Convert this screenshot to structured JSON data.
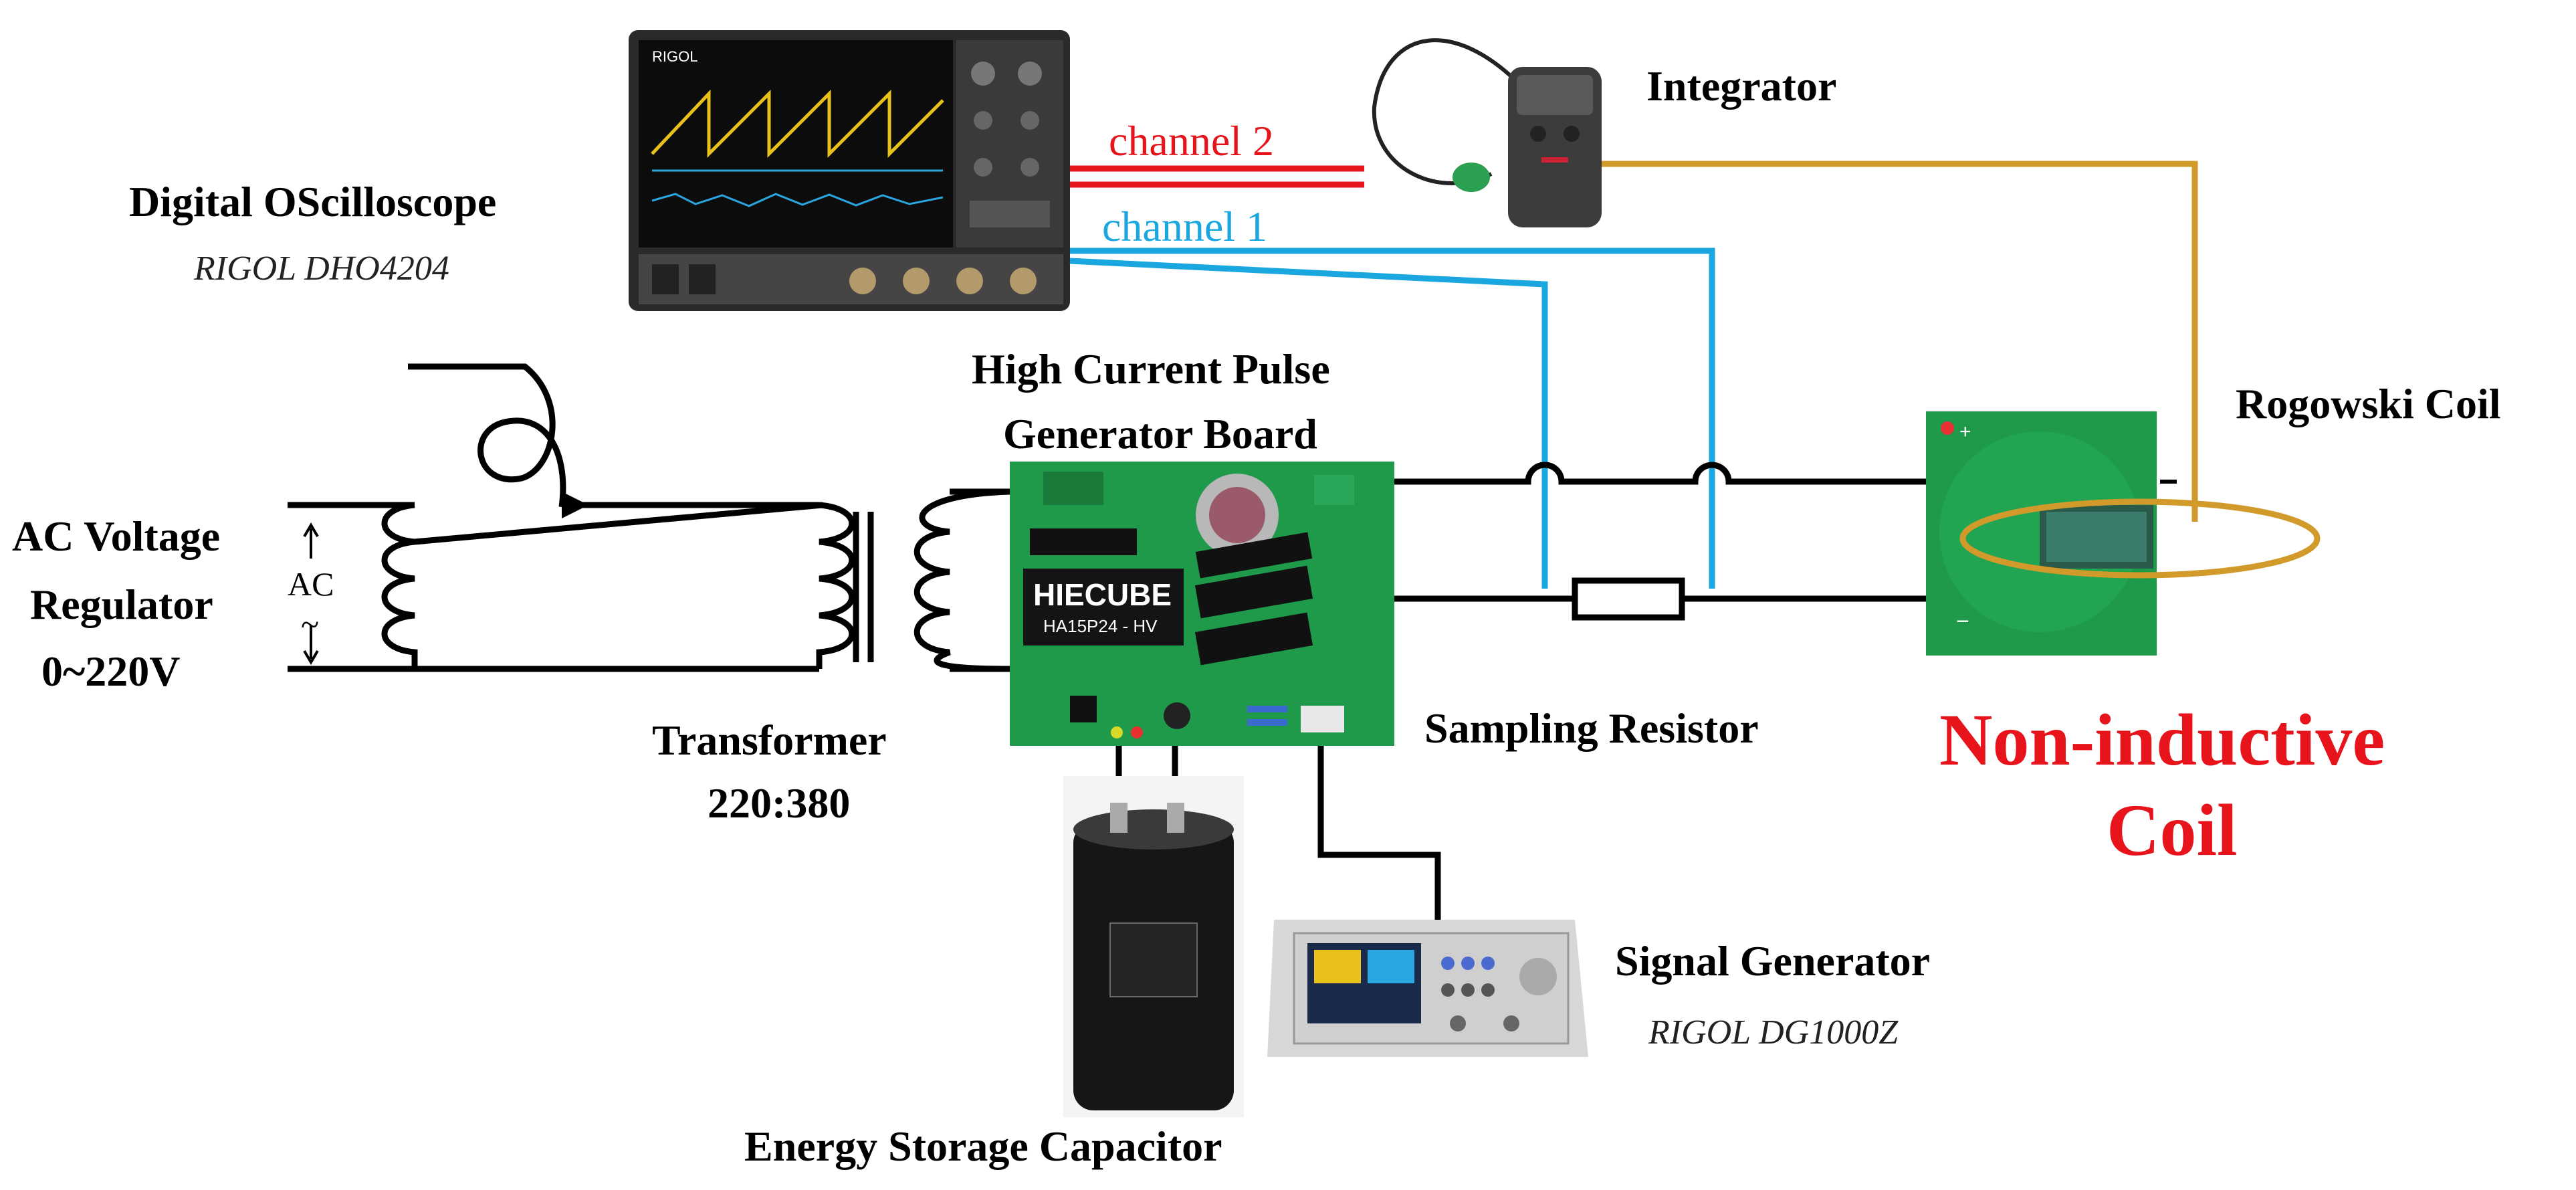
{
  "labels": {
    "oscilloscope_title": "Digital OScilloscope",
    "oscilloscope_model": "RIGOL DHO4204",
    "channel2": "channel 2",
    "channel1": "channel 1",
    "integrator": "Integrator",
    "rogowski": "Rogowski Coil",
    "pulse_board_line1": "High Current Pulse",
    "pulse_board_line2": "Generator Board",
    "regulator_line1": "AC Voltage",
    "regulator_line2": "Regulator",
    "regulator_line3": "0~220V",
    "ac_mark": "AC",
    "transformer_line1": "Transformer",
    "transformer_line2": "220:380",
    "sampling_resistor": "Sampling Resistor",
    "noninductive_line1": "Non-inductive",
    "noninductive_line2": "Coil",
    "signal_gen_title": "Signal Generator",
    "signal_gen_model": "RIGOL DG1000Z",
    "capacitor": "Energy Storage Capacitor",
    "osc_brand": "RIGOL",
    "board_brand": "HIECUBE",
    "board_module": "HA15P24 - HV"
  },
  "colors": {
    "channel2": "#e8141c",
    "channel1": "#1aa7e0",
    "integrator_cable": "#d29a2a",
    "wire": "#000000",
    "title_red": "#e8141c",
    "pcb_green": "#1e9a4a"
  }
}
